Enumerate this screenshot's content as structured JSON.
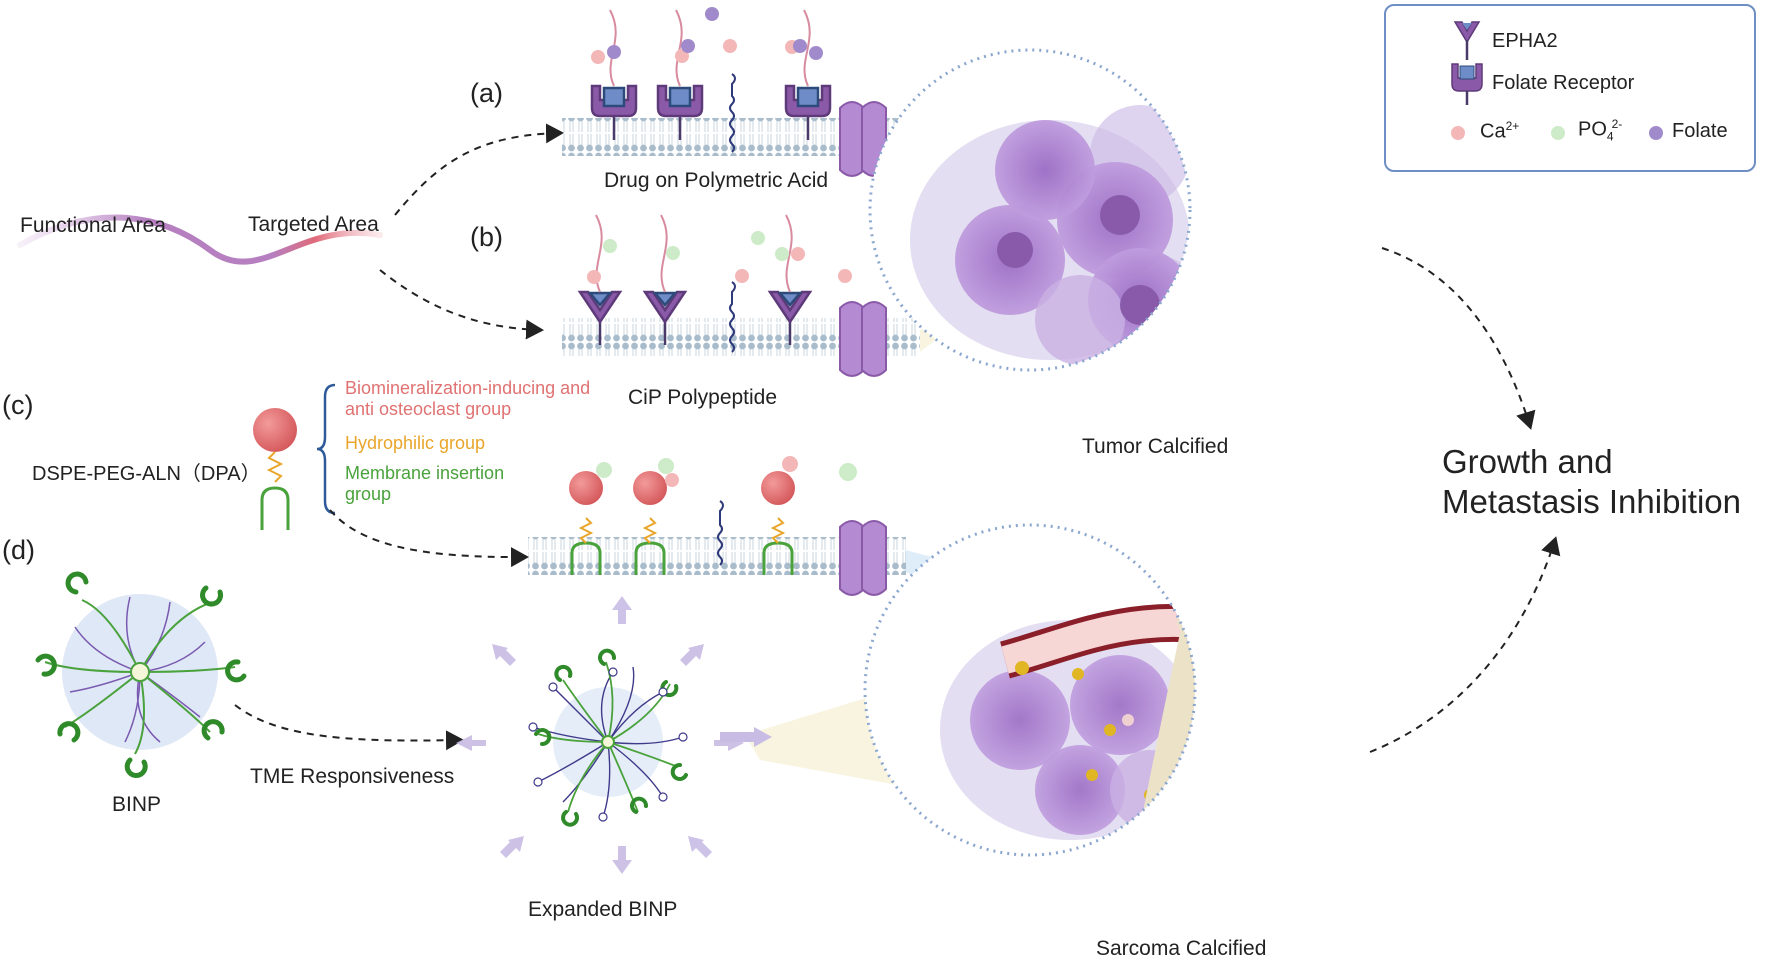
{
  "panels": {
    "a": "(a)",
    "b": "(b)",
    "c": "(c)",
    "d": "(d)"
  },
  "peptide": {
    "functional_area": "Functional Area",
    "targeted_area": "Targeted Area"
  },
  "captions": {
    "drug_on_polymetric_acid": "Drug on Polymetric Acid",
    "cip_polypeptide": "CiP Polypeptide",
    "dspe_peg_aln": "DSPE-PEG-ALN（DPA）",
    "tumor_calcified": "Tumor Calcified",
    "sarcoma_calcified": "Sarcoma Calcified",
    "binp": "BINP",
    "tme_responsiveness": "TME Responsiveness",
    "expanded_binp": "Expanded BINP",
    "outcome": "Growth and Metastasis Inhibition"
  },
  "groups": {
    "red": "Biomineralization-inducing and anti osteoclast group",
    "yellow": "Hydrophilic group",
    "green": "Membrane insertion group"
  },
  "legend": {
    "epha2": "EPHA2",
    "folate_receptor": "Folate Receptor",
    "ca": "Ca",
    "ca_sup": "2+",
    "po": "PO",
    "po_sub": "4",
    "po_sup": "2-",
    "folate": "Folate"
  },
  "colors": {
    "membrane": "#a9bccb",
    "receptor_purple": "#8a5aa8",
    "receptor_blue": "#6d8cc8",
    "ca_pink": "#f4b7b7",
    "po4_green": "#cdebc8",
    "folate_purple": "#a08acb",
    "sphere_red": "#e06f6f",
    "linker_yellow": "#e9a62b",
    "anchor_green": "#4aa23c",
    "cell_purple": "#b08ad6",
    "frame_blue": "#8aa6cf"
  }
}
